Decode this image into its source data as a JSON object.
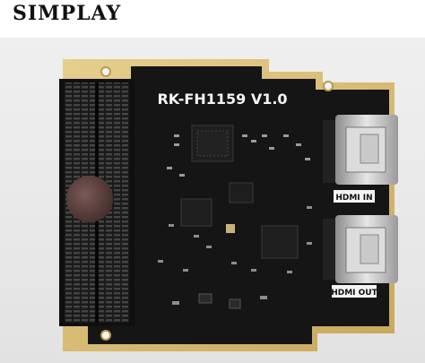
{
  "brand": "SIMPLAY",
  "board": {
    "model_label": "RK-FH1159 V1.0",
    "port_labels": {
      "hdmi_in": "HDMI IN",
      "hdmi_out": "HDMI OUT"
    }
  }
}
